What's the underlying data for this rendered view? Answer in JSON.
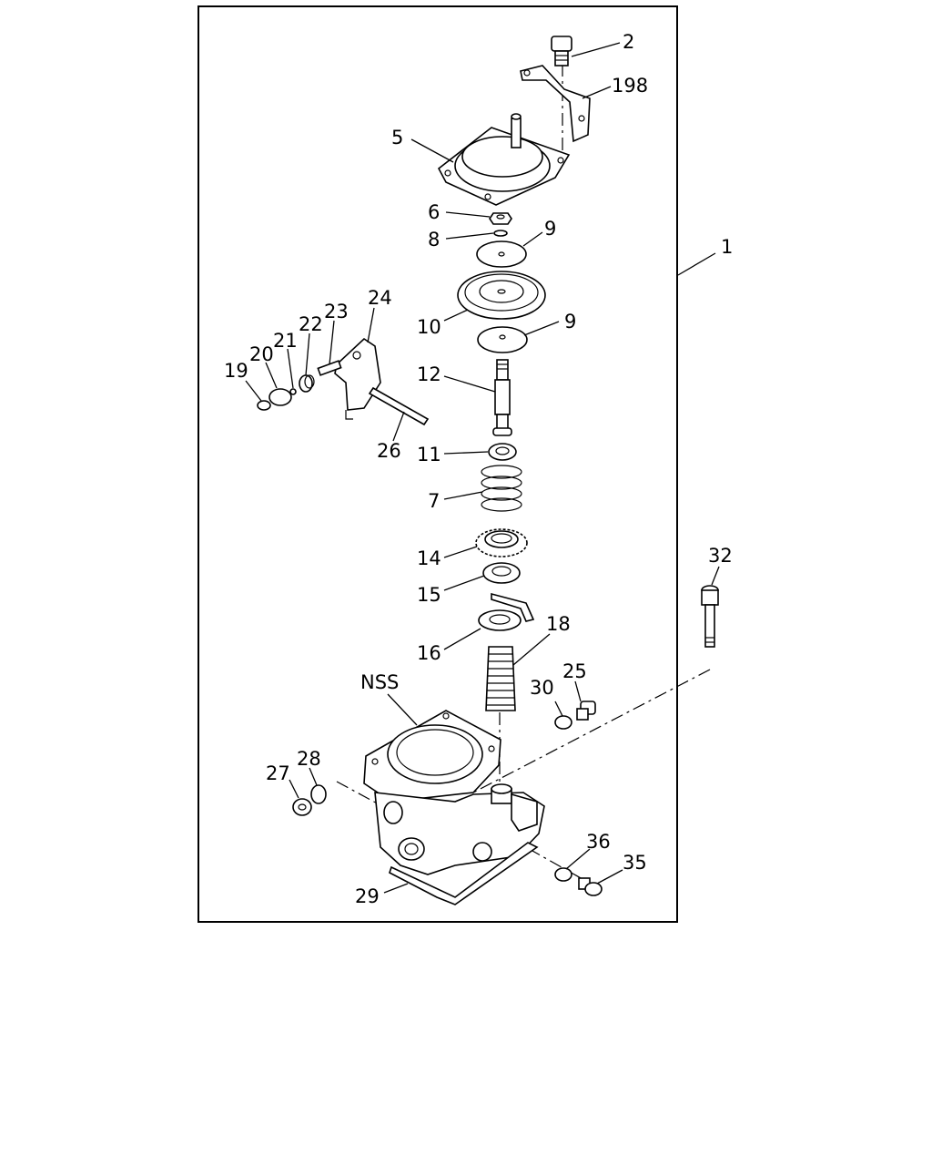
{
  "callouts": {
    "c2": "2",
    "c198": "198",
    "c5": "5",
    "c1": "1",
    "c6": "6",
    "c8": "8",
    "c9a": "9",
    "c10": "10",
    "c9b": "9",
    "c24": "24",
    "c23": "23",
    "c22": "22",
    "c21": "21",
    "c20": "20",
    "c19": "19",
    "c12": "12",
    "c26": "26",
    "c11": "11",
    "c7": "7",
    "c14": "14",
    "c15": "15",
    "c16": "16",
    "c18": "18",
    "c32": "32",
    "cNSS": "NSS",
    "c30": "30",
    "c25": "25",
    "c27": "27",
    "c28": "28",
    "c36": "36",
    "c35": "35",
    "c29": "29"
  }
}
